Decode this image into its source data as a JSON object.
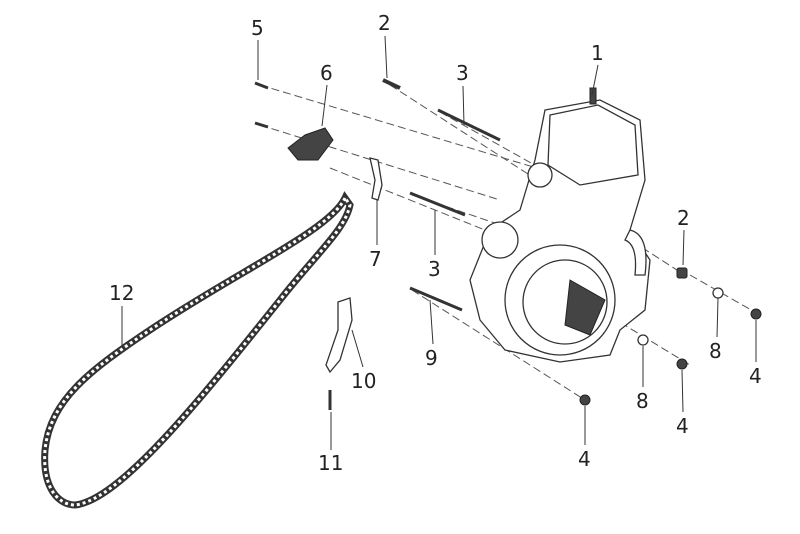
{
  "diagram": {
    "title": "Engine assembly exploded view",
    "callouts": [
      {
        "id": "c1",
        "label": "1"
      },
      {
        "id": "c2a",
        "label": "2"
      },
      {
        "id": "c3a",
        "label": "3"
      },
      {
        "id": "c5",
        "label": "5"
      },
      {
        "id": "c6",
        "label": "6"
      },
      {
        "id": "c7",
        "label": "7"
      },
      {
        "id": "c3b",
        "label": "3"
      },
      {
        "id": "c2b",
        "label": "2"
      },
      {
        "id": "c8a",
        "label": "8"
      },
      {
        "id": "c4a",
        "label": "4"
      },
      {
        "id": "c9",
        "label": "9"
      },
      {
        "id": "c10",
        "label": "10"
      },
      {
        "id": "c8b",
        "label": "8"
      },
      {
        "id": "c4b",
        "label": "4"
      },
      {
        "id": "c4c",
        "label": "4"
      },
      {
        "id": "c12",
        "label": "12"
      },
      {
        "id": "c11",
        "label": "11"
      }
    ]
  }
}
